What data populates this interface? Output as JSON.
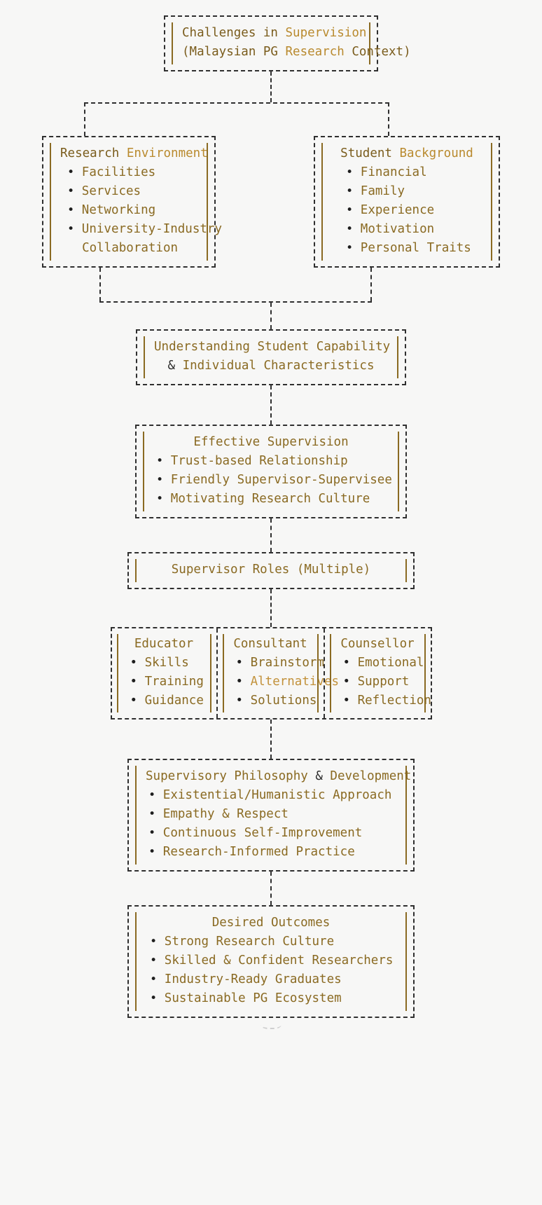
{
  "meta": {
    "title": "Challenges in Supervision — Malaysian PG Research Context flowchart",
    "bg_color": "#f7f7f6",
    "text_color": "#8a6a22",
    "accent_gold": "#b98a2e",
    "border_color": "#2f2f2f"
  },
  "nodes": {
    "root": {
      "name": "challenges-in-supervision",
      "line1_a": "Challenges in ",
      "line1_b": "Supervision",
      "line2_a": "(Malaysian PG ",
      "line2_b": "Research ",
      "line2_c": "Context)"
    },
    "research_environment": {
      "name": "research-environment",
      "title_a": "Research ",
      "title_b": "Environment",
      "items": [
        "Facilities",
        "Services",
        "Networking",
        "University-Industry"
      ],
      "item_continuation": "Collaboration"
    },
    "student_background": {
      "name": "student-background",
      "title_a": "Student ",
      "title_b": "Background",
      "items": [
        "Financial",
        "Family",
        "Experience",
        "Motivation",
        "Personal Traits"
      ]
    },
    "understanding": {
      "name": "understanding-student-capability",
      "line1": "Understanding Student Capability",
      "line2_amp": "&",
      "line2_a": "",
      "line2_b": " Individual Characteristics"
    },
    "effective_supervision": {
      "name": "effective-supervision",
      "title": "Effective Supervision",
      "items": [
        "Trust-based Relationship",
        "Friendly Supervisor-Supervisee",
        "Motivating Research Culture"
      ]
    },
    "supervisor_roles": {
      "name": "supervisor-roles",
      "title": "Supervisor Roles (Multiple)"
    },
    "roles_table": {
      "name": "supervisor-roles-table",
      "columns": [
        {
          "header": "Educator",
          "items": [
            "Skills",
            "Training",
            "Guidance"
          ]
        },
        {
          "header": "Consultant",
          "items": [
            "Brainstorm",
            "Alternatives",
            "Solutions"
          ]
        },
        {
          "header": "Counsellor",
          "items": [
            "Emotional",
            "Support",
            "Reflection"
          ]
        }
      ]
    },
    "philosophy": {
      "name": "supervisory-philosophy-and-development",
      "title_a": "Supervisory Philosophy ",
      "title_amp": "&",
      "title_b": " Development",
      "items": [
        "Existential/Humanistic Approach",
        "Empathy & Respect",
        "Continuous Self-Improvement",
        "Research-Informed Practice"
      ]
    },
    "outcomes": {
      "name": "desired-outcomes",
      "title": "Desired Outcomes",
      "items": [
        "Strong Research Culture",
        "Skilled & Confident Researchers",
        "Industry-Ready Graduates",
        "Sustainable PG Ecosystem"
      ]
    }
  }
}
